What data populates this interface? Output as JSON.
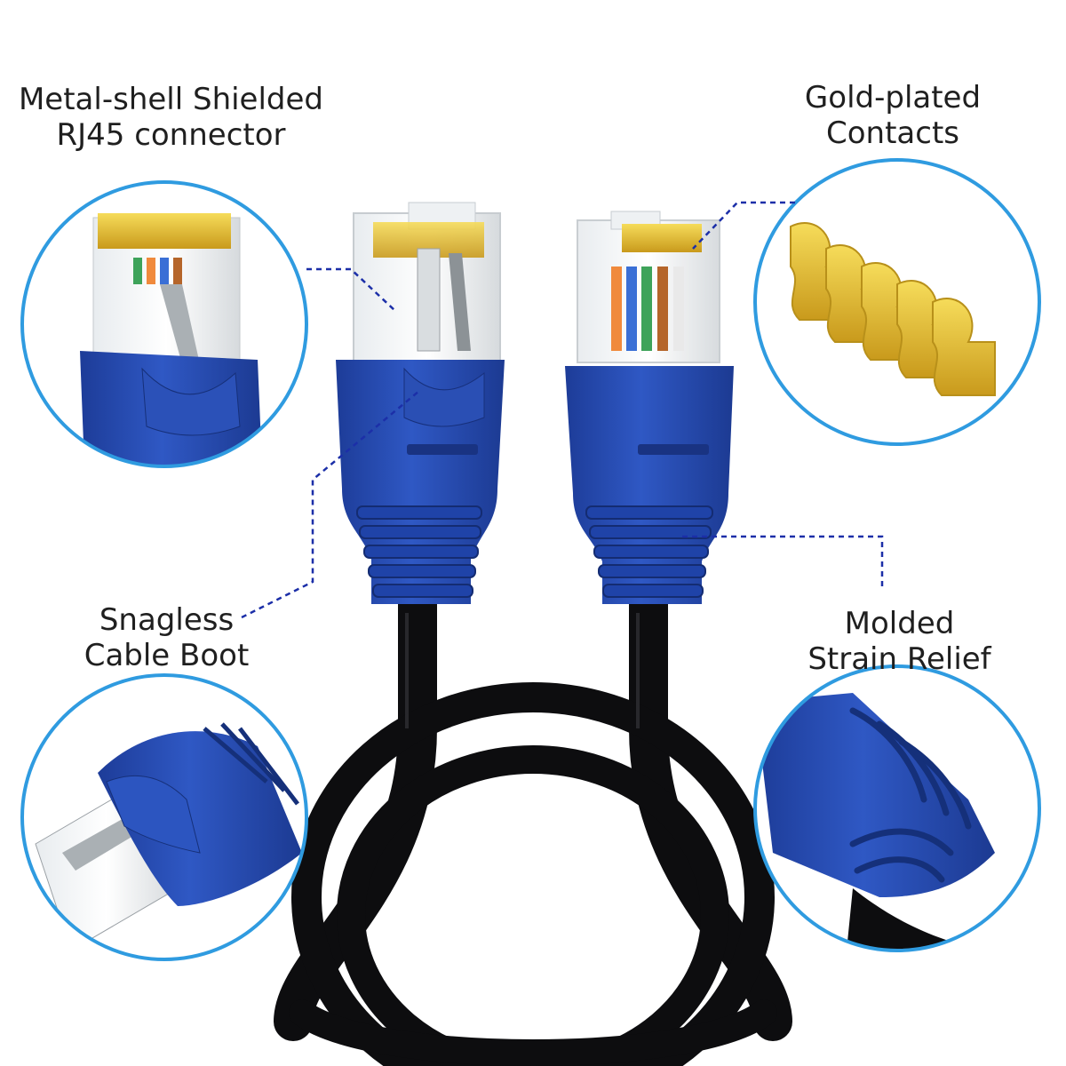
{
  "labels": {
    "rj45": {
      "line1": "Metal-shell Shielded",
      "line2": "RJ45 connector"
    },
    "gold": {
      "line1": "Gold-plated",
      "line2": "Contacts"
    },
    "boot": {
      "line1": "Snagless",
      "line2": "Cable Boot"
    },
    "relief": {
      "line1": "Molded",
      "line2": "Strain Relief"
    }
  },
  "colors": {
    "boot_blue": "#2a4fb4",
    "boot_blue_dark": "#1a3790",
    "cable_black": "#0d0d0f",
    "gold": "#e7c23a",
    "callout_ring": "#2f9be0",
    "leader_line": "#1c2fa8"
  }
}
